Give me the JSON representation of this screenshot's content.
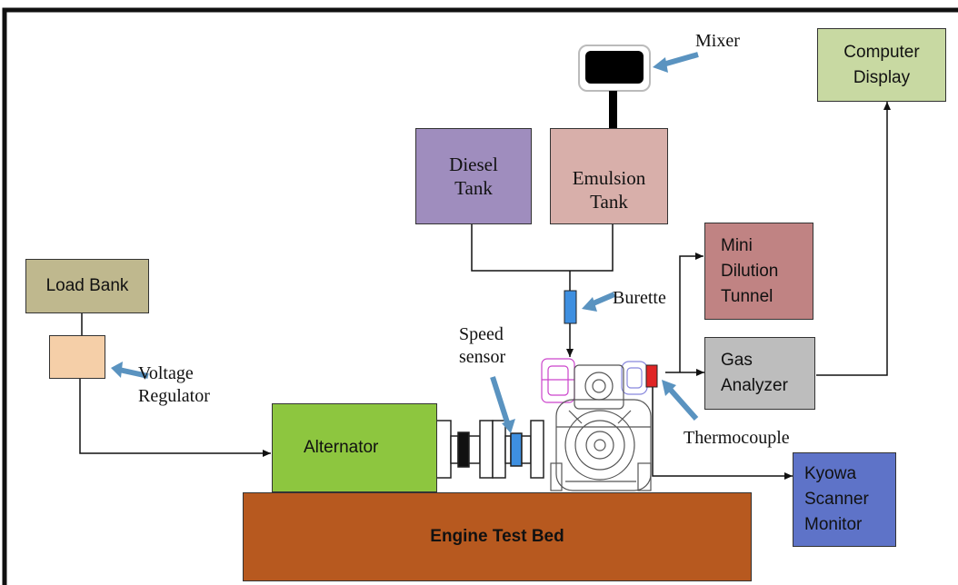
{
  "colors": {
    "load_bank": "#BFB88E",
    "voltage_regulator": "#F5CFA8",
    "alternator": "#8DC63F",
    "engine_bed": "#B7591F",
    "diesel_tank": "#9F8DBE",
    "emulsion_tank": "#D8AFAA",
    "dilution_tunnel": "#C08383",
    "gas_analyzer": "#BDBDBD",
    "computer_display": "#C8D9A2",
    "kyowa": "#5E73C8",
    "burette": "#3E8FE0",
    "thermocouple": "#E02525",
    "pointer_arrow": "#5A93C0"
  },
  "boxes": {
    "load_bank": "Load Bank",
    "alternator": "Alternator",
    "engine_test_bed": "Engine Test Bed",
    "diesel_tank": "Diesel\nTank",
    "emulsion_tank": "Emulsion\nTank",
    "mini_dilution_tunnel": "Mini\nDilution\nTunnel",
    "gas_analyzer": "Gas\nAnalyzer",
    "computer_display": "Computer\nDisplay",
    "kyowa_scanner_monitor": "Kyowa\nScanner\nMonitor"
  },
  "labels": {
    "mixer": "Mixer",
    "burette": "Burette",
    "voltage_regulator": "Voltage\nRegulator",
    "speed_sensor": "Speed\nsensor",
    "thermocouple": "Thermocouple"
  },
  "icons": [
    "mixer-icon",
    "engine-icon",
    "shaft-coupling-icon",
    "pointer-arrow-icon",
    "arrowhead-icon"
  ]
}
